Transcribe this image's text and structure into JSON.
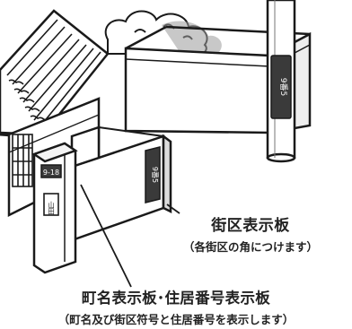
{
  "captions": {
    "block_sign": {
      "title": "街区表示板",
      "note": "（各街区の角につけます）"
    },
    "town_sign": {
      "title": "町名表示板･住居番号表示板",
      "note": "（町名及び街区符号と住居番号を表示します）"
    }
  },
  "sign_text": {
    "gate_pillar_plate": "9-18",
    "nameplate": "山田",
    "wall_sign": "9番5",
    "pole_sign": "9番5"
  },
  "colors": {
    "ink": "#1a1a1a",
    "shade": "#5a5a5a",
    "paper": "#ffffff",
    "sign_face": "#3a3a3a"
  }
}
